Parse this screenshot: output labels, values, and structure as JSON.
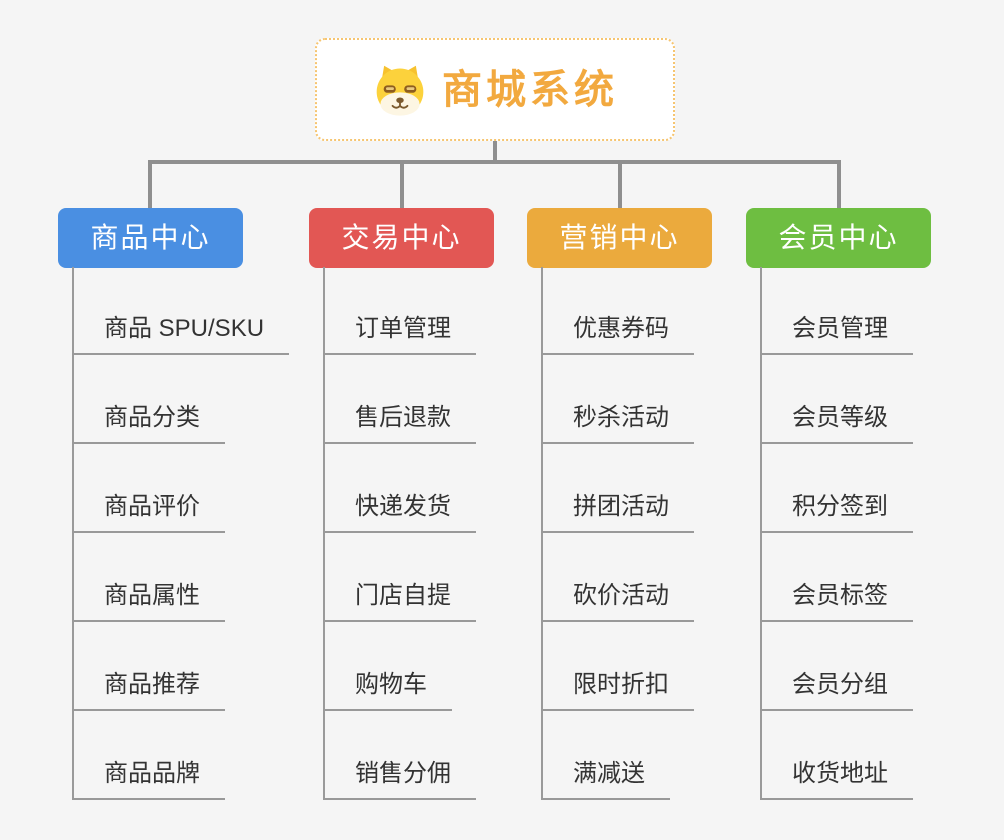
{
  "canvas": {
    "background": "#f5f5f5",
    "connector_color": "#8f8f8f",
    "leaf_line_color": "#999999",
    "leaf_text_color": "#333333"
  },
  "root": {
    "title": "商城系统",
    "title_color": "#f2a93f",
    "border_color": "#f6c571",
    "icon": "shiba-dog-icon"
  },
  "branches": [
    {
      "label": "商品中心",
      "color": "#4a8fe2",
      "items": [
        "商品 SPU/SKU",
        "商品分类",
        "商品评价",
        "商品属性",
        "商品推荐",
        "商品品牌"
      ]
    },
    {
      "label": "交易中心",
      "color": "#e25754",
      "items": [
        "订单管理",
        "售后退款",
        "快递发货",
        "门店自提",
        "购物车",
        "销售分佣"
      ]
    },
    {
      "label": "营销中心",
      "color": "#ebaa3d",
      "items": [
        "优惠券码",
        "秒杀活动",
        "拼团活动",
        "砍价活动",
        "限时折扣",
        "满减送"
      ]
    },
    {
      "label": "会员中心",
      "color": "#6ebe41",
      "items": [
        "会员管理",
        "会员等级",
        "积分签到",
        "会员标签",
        "会员分组",
        "收货地址"
      ]
    }
  ]
}
